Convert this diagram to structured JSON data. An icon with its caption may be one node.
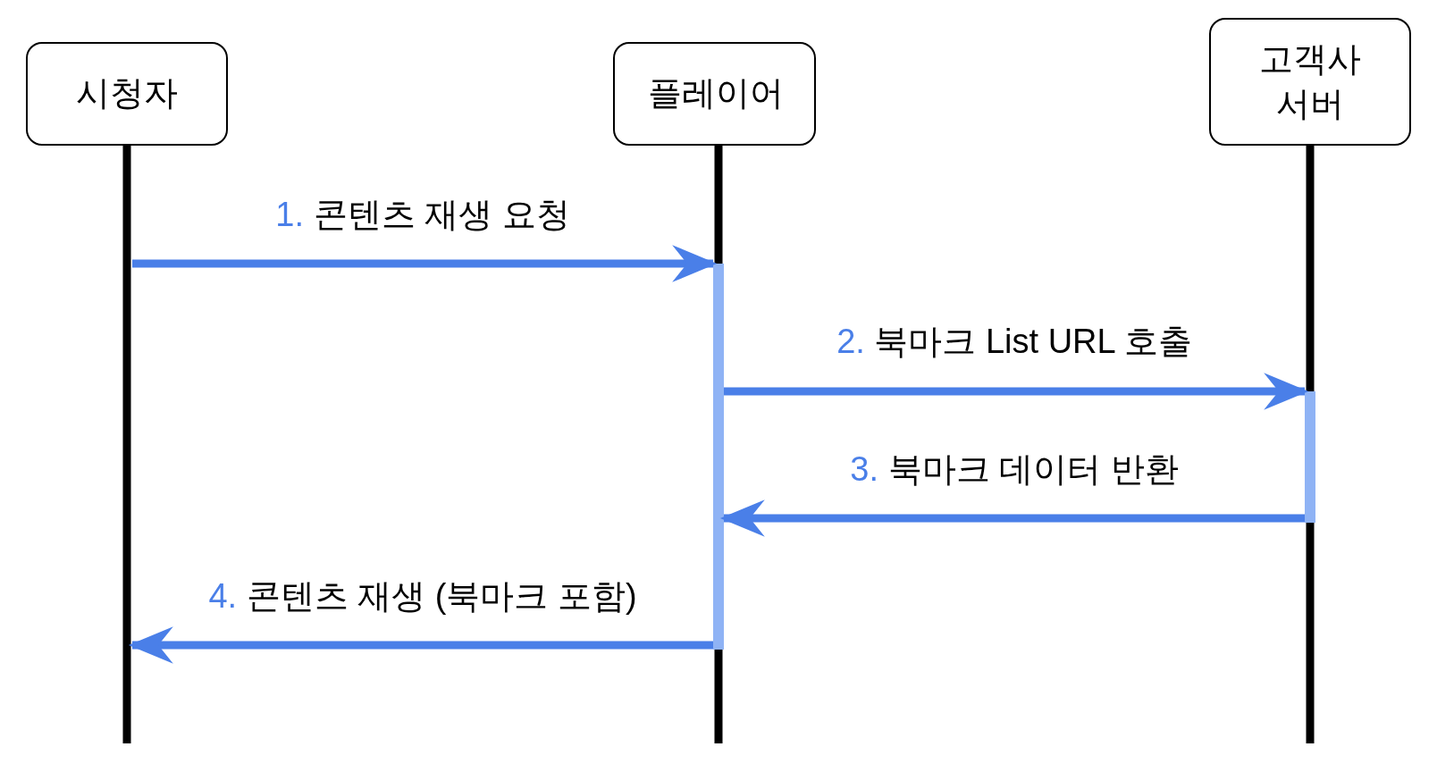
{
  "diagram": {
    "nodes": [
      {
        "text": [
          "시청자"
        ]
      },
      {
        "text": [
          "플레이어"
        ]
      },
      {
        "text": [
          "고객사 서버"
        ]
      }
    ],
    "edges": [
      {
        "from": 0,
        "to": 1,
        "arrow": "to",
        "label": "1. 콘텐츠 재생 요청"
      },
      {
        "from": 1,
        "to": 2,
        "arrow": "to",
        "label": "2. 북마크 List URL 호출"
      },
      {
        "from": 2,
        "to": 1,
        "arrow": "to",
        "label": "3. 북마크 데이터 반환"
      },
      {
        "from": 1,
        "to": 0,
        "arrow": "to",
        "label": "4. 콘텐츠 재생 (북마크 포함)"
      }
    ]
  }
}
